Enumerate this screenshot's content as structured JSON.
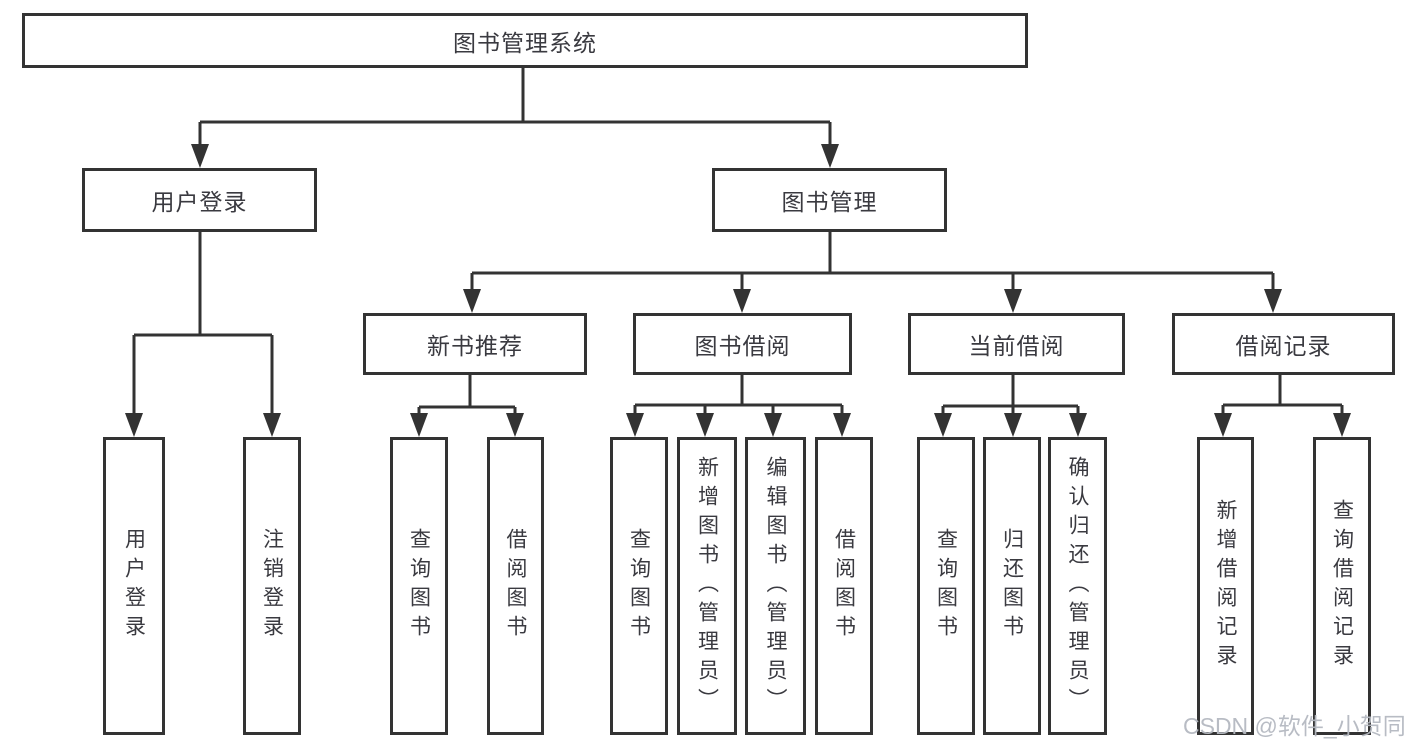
{
  "nodes": {
    "root": "图书管理系统",
    "l2_user_login": "用户登录",
    "l2_book_mgmt": "图书管理",
    "l3_new_book": "新书推荐",
    "l3_book_borrow": "图书借阅",
    "l3_current_borrow": "当前借阅",
    "l3_borrow_record": "借阅记录",
    "leaf_user_login": "用户登录",
    "leaf_logout": "注销登录",
    "leaf_nb_query": "查询图书",
    "leaf_nb_borrow": "借阅图书",
    "leaf_bb_query": "查询图书",
    "leaf_bb_add": "新增图书（管理员）",
    "leaf_bb_edit": "编辑图书（管理员）",
    "leaf_bb_borrow": "借阅图书",
    "leaf_cb_query": "查询图书",
    "leaf_cb_return": "归还图书",
    "leaf_cb_confirm": "确认归还（管理员）",
    "leaf_br_add": "新增借阅记录",
    "leaf_br_query": "查询借阅记录"
  },
  "hierarchy": {
    "图书管理系统": {
      "用户登录": [
        "用户登录",
        "注销登录"
      ],
      "图书管理": {
        "新书推荐": [
          "查询图书",
          "借阅图书"
        ],
        "图书借阅": [
          "查询图书",
          "新增图书（管理员）",
          "编辑图书（管理员）",
          "借阅图书"
        ],
        "当前借阅": [
          "查询图书",
          "归还图书",
          "确认归还（管理员）"
        ],
        "借阅记录": [
          "新增借阅记录",
          "查询借阅记录"
        ]
      }
    }
  },
  "watermark": "CSDN @软件_小贺同学",
  "colors": {
    "line": "#333333",
    "border": "#333333",
    "text": "#3a3a40",
    "background": "#ffffff",
    "watermark_text": "#b5b9c1"
  }
}
